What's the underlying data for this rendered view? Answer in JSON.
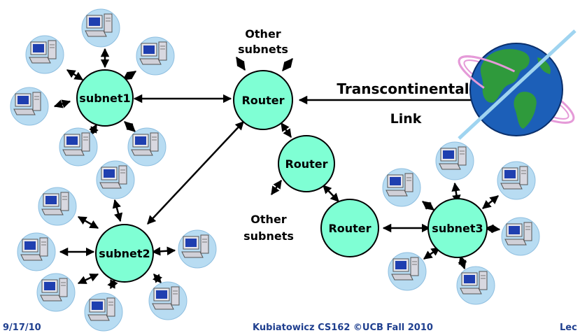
{
  "colors": {
    "node_fill": "#7fffd4",
    "node_stroke": "#000000",
    "arrow": "#000000",
    "pc_halo": "#b8dcf2",
    "pc_body": "#e6e6ec",
    "pc_screen": "#1f3fb0",
    "globe_ocean": "#1c5fb8",
    "globe_land": "#2f9a3c",
    "footer_text": "#1f3f8f"
  },
  "icons": {
    "computer": "desktop-computer-icon",
    "globe": "globe-icon"
  },
  "nodes": {
    "subnet1": "subnet1",
    "subnet2": "subnet2",
    "subnet3": "subnet3",
    "router_main": "Router",
    "router_mid": "Router",
    "router_low": "Router"
  },
  "labels": {
    "other_subnets_top_line1": "Other",
    "other_subnets_top_line2": "subnets",
    "other_subnets_mid_line1": "Other",
    "other_subnets_mid_line2": "subnets",
    "transcontinental": "Transcontinental",
    "link": "Link"
  },
  "footer": {
    "date": "9/17/10",
    "course": "Kubiatowicz CS162 ©UCB Fall 2010",
    "lec": "Lec"
  }
}
